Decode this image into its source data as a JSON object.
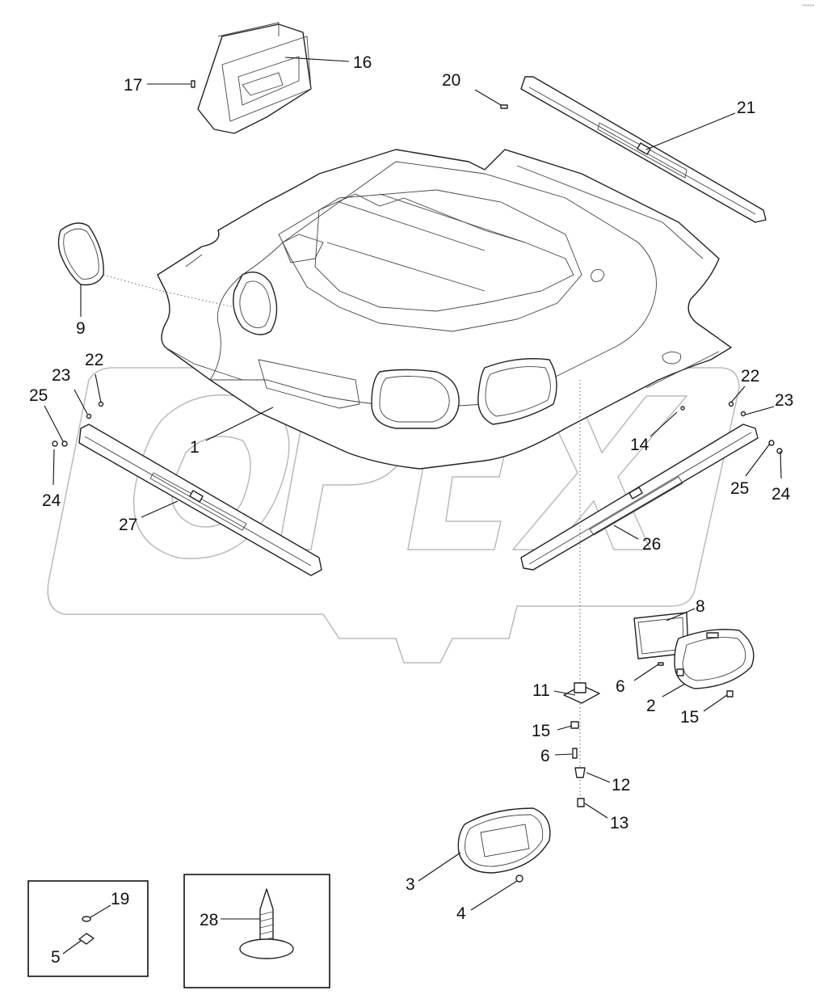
{
  "watermark": {
    "text": "OPEX"
  },
  "corner_mark": "°°°°°",
  "callouts": [
    {
      "id": "1",
      "text": "1"
    },
    {
      "id": "2",
      "text": "2"
    },
    {
      "id": "3",
      "text": "3"
    },
    {
      "id": "4",
      "text": "4"
    },
    {
      "id": "5",
      "text": "5"
    },
    {
      "id": "6a",
      "text": "6"
    },
    {
      "id": "6b",
      "text": "6"
    },
    {
      "id": "8",
      "text": "8"
    },
    {
      "id": "9",
      "text": "9"
    },
    {
      "id": "11",
      "text": "11"
    },
    {
      "id": "12",
      "text": "12"
    },
    {
      "id": "13",
      "text": "13"
    },
    {
      "id": "14",
      "text": "14"
    },
    {
      "id": "15a",
      "text": "15"
    },
    {
      "id": "15b",
      "text": "15"
    },
    {
      "id": "16",
      "text": "16"
    },
    {
      "id": "17",
      "text": "17"
    },
    {
      "id": "19",
      "text": "19"
    },
    {
      "id": "20",
      "text": "20"
    },
    {
      "id": "21",
      "text": "21"
    },
    {
      "id": "22a",
      "text": "22"
    },
    {
      "id": "22b",
      "text": "22"
    },
    {
      "id": "23a",
      "text": "23"
    },
    {
      "id": "23b",
      "text": "23"
    },
    {
      "id": "24a",
      "text": "24"
    },
    {
      "id": "24b",
      "text": "24"
    },
    {
      "id": "25a",
      "text": "25"
    },
    {
      "id": "25b",
      "text": "25"
    },
    {
      "id": "26",
      "text": "26"
    },
    {
      "id": "27",
      "text": "27"
    },
    {
      "id": "28",
      "text": "28"
    }
  ]
}
